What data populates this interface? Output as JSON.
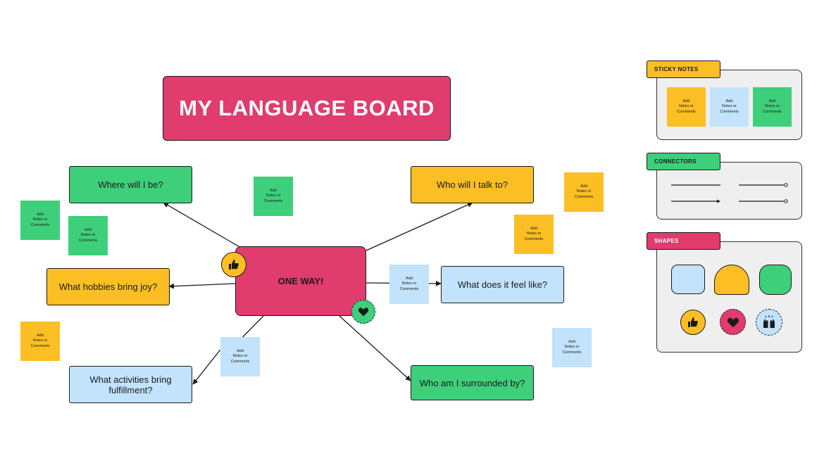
{
  "title": "MY LANGUAGE BOARD",
  "center": {
    "label": "ONE WAY!"
  },
  "nodes": {
    "where": "Where will I be?",
    "hobbies": "What hobbies bring joy?",
    "activities": "What activities bring fulfillment?",
    "talk": "Who will I talk to?",
    "feel": "What does it feel like?",
    "surrounded": "Who am I surrounded by?"
  },
  "sticky": {
    "line1": "Add",
    "line2": "Notes or",
    "line3": "Comments"
  },
  "panels": {
    "sticky_notes": "STICKY NOTES",
    "connectors": "CONNECTORS",
    "shapes": "SHAPES"
  },
  "icons": {
    "thumbs_up": "thumbs-up-icon",
    "heart": "heart-icon",
    "celebrate": "raised-hands-icon"
  },
  "colors": {
    "pink": "#e03c6e",
    "green": "#3ecf7a",
    "yellow": "#fbbf24",
    "blue": "#c2e3fb"
  }
}
